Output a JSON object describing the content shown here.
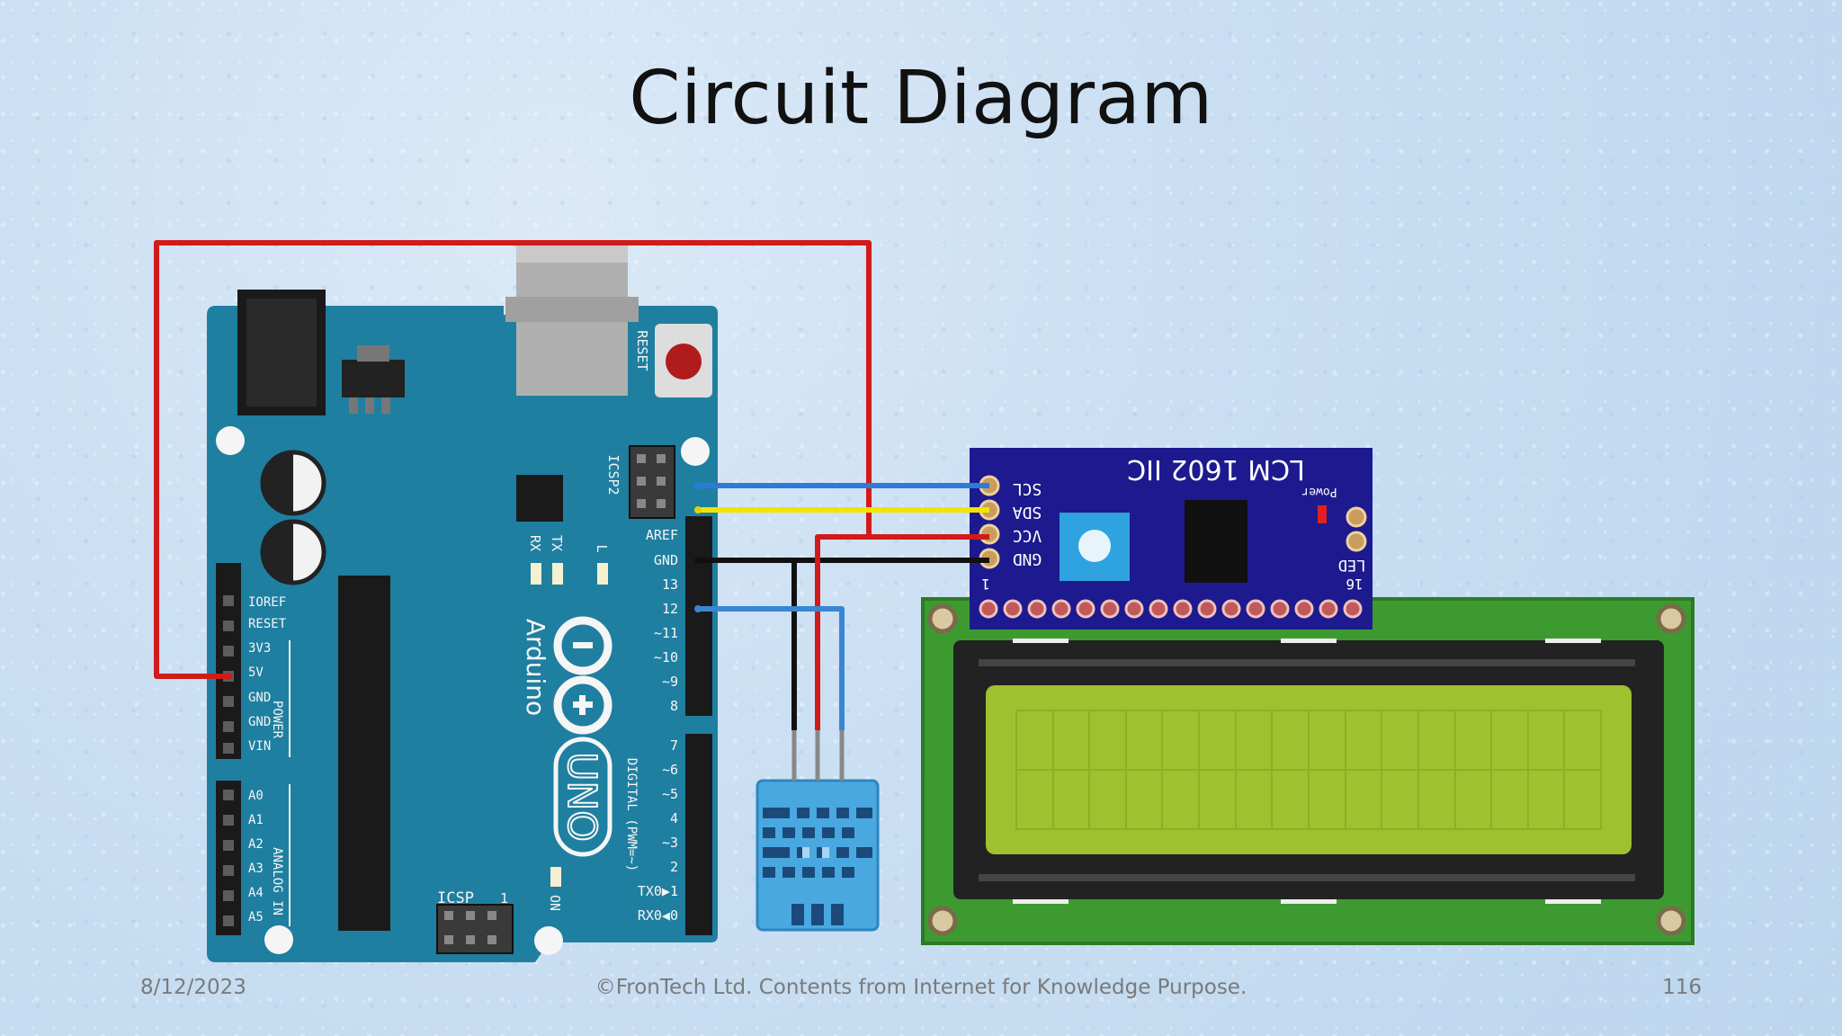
{
  "slide": {
    "title": "Circuit Diagram",
    "footer_date": "8/12/2023",
    "footer_copyright": "©FronTech Ltd. Contents from Internet for Knowledge Purpose.",
    "page_number": "116"
  },
  "arduino": {
    "brand": "Arduino",
    "model": "UNO",
    "reset_label": "RESET",
    "icsp2_label": "ICSP2",
    "icsp_label": "ICSP",
    "icsp_pin1": "1",
    "on_label": "ON",
    "tx_label": "TX",
    "rx_label": "RX",
    "l_label": "L",
    "power_group_label": "POWER",
    "analog_group_label": "ANALOG IN",
    "digital_group_label": "DIGITAL (PWM=~)",
    "power_pins": [
      "IOREF",
      "RESET",
      "3V3",
      "5V",
      "GND",
      "GND",
      "VIN"
    ],
    "analog_pins": [
      "A0",
      "A1",
      "A2",
      "A3",
      "A4",
      "A5"
    ],
    "digital_pins_top": [
      "AREF",
      "GND",
      "13",
      "12",
      "~11",
      "~10",
      "~9",
      "8"
    ],
    "digital_pins_bottom": [
      "7",
      "~6",
      "~5",
      "4",
      "~3",
      "2",
      "TX0▶1",
      "RX0◀0"
    ]
  },
  "i2c_module": {
    "title": "LCM 1602 IIC",
    "pins": [
      "SCL",
      "SDA",
      "VCC",
      "GND"
    ],
    "power_label": "Power",
    "led_label": "LED",
    "pin_first": "1",
    "pin_last": "16"
  },
  "wire_colors": {
    "power": "#d11b1b",
    "ground": "#111111",
    "scl": "#2f7ad6",
    "sda": "#f2e400",
    "data": "#3a86d4"
  }
}
